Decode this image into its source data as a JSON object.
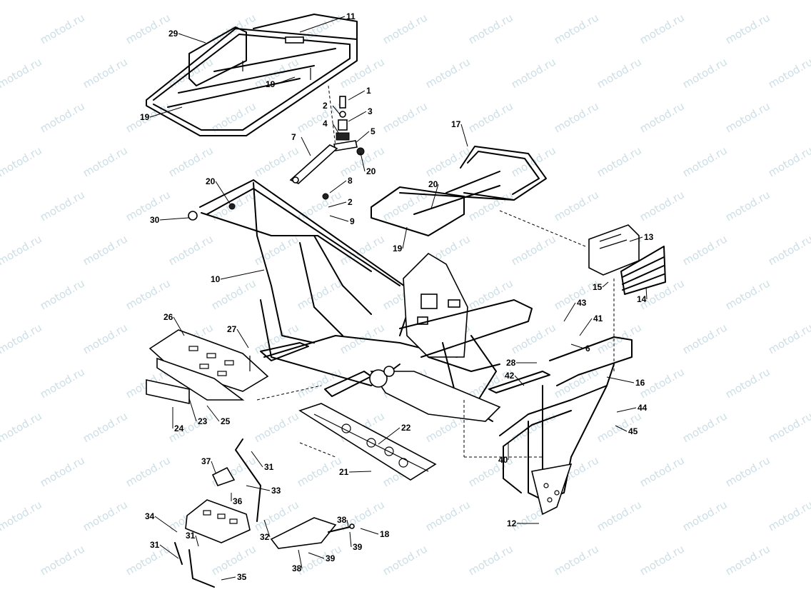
{
  "diagram": {
    "watermark": "motod.ru",
    "callouts": [
      "1",
      "2",
      "3",
      "4",
      "5",
      "6",
      "7",
      "8",
      "9",
      "10",
      "11",
      "12",
      "13",
      "14",
      "15",
      "16",
      "17",
      "18",
      "19",
      "20",
      "21",
      "22",
      "23",
      "24",
      "25",
      "26",
      "27",
      "28",
      "29",
      "30",
      "31",
      "32",
      "33",
      "34",
      "35",
      "36",
      "37",
      "38",
      "39",
      "40",
      "41",
      "42",
      "43",
      "44",
      "45"
    ]
  }
}
